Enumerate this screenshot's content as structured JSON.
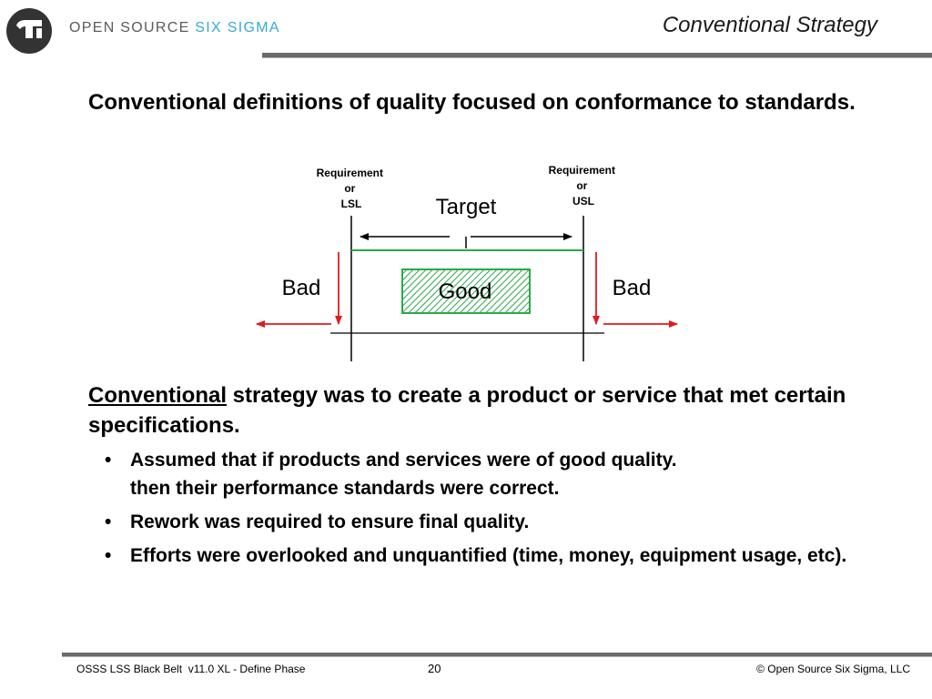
{
  "header": {
    "logo_text_main": "OPEN SOURCE",
    "logo_text_accent": "SIX SIGMA",
    "slide_title": "Conventional Strategy"
  },
  "intro": "Conventional definitions of quality focused on conformance to standards.",
  "diagram": {
    "lsl_label": [
      "Requirement",
      "or",
      "LSL"
    ],
    "usl_label": [
      "Requirement",
      "or",
      "USL"
    ],
    "target_label": "Target",
    "good_label": "Good",
    "bad_left_label": "Bad",
    "bad_right_label": "Bad",
    "colors": {
      "green": "#2aa84a",
      "red": "#e01b1b",
      "line": "#000000"
    }
  },
  "conventional": {
    "lead": "Conventional",
    "rest": " strategy was to create a product or service that met certain specifications."
  },
  "bullets": [
    {
      "lines": [
        "Assumed that if products and services were of good quality.",
        "then their performance standards were correct."
      ]
    },
    {
      "lines": [
        "Rework was required to ensure final quality."
      ]
    },
    {
      "lines": [
        "Efforts were overlooked and unquantified (time, money, equipment usage, etc)."
      ]
    }
  ],
  "footer": {
    "left": "OSSS LSS Black Belt  v11.0 XL - Define Phase",
    "page": "20",
    "right": "© Open Source Six Sigma, LLC"
  }
}
